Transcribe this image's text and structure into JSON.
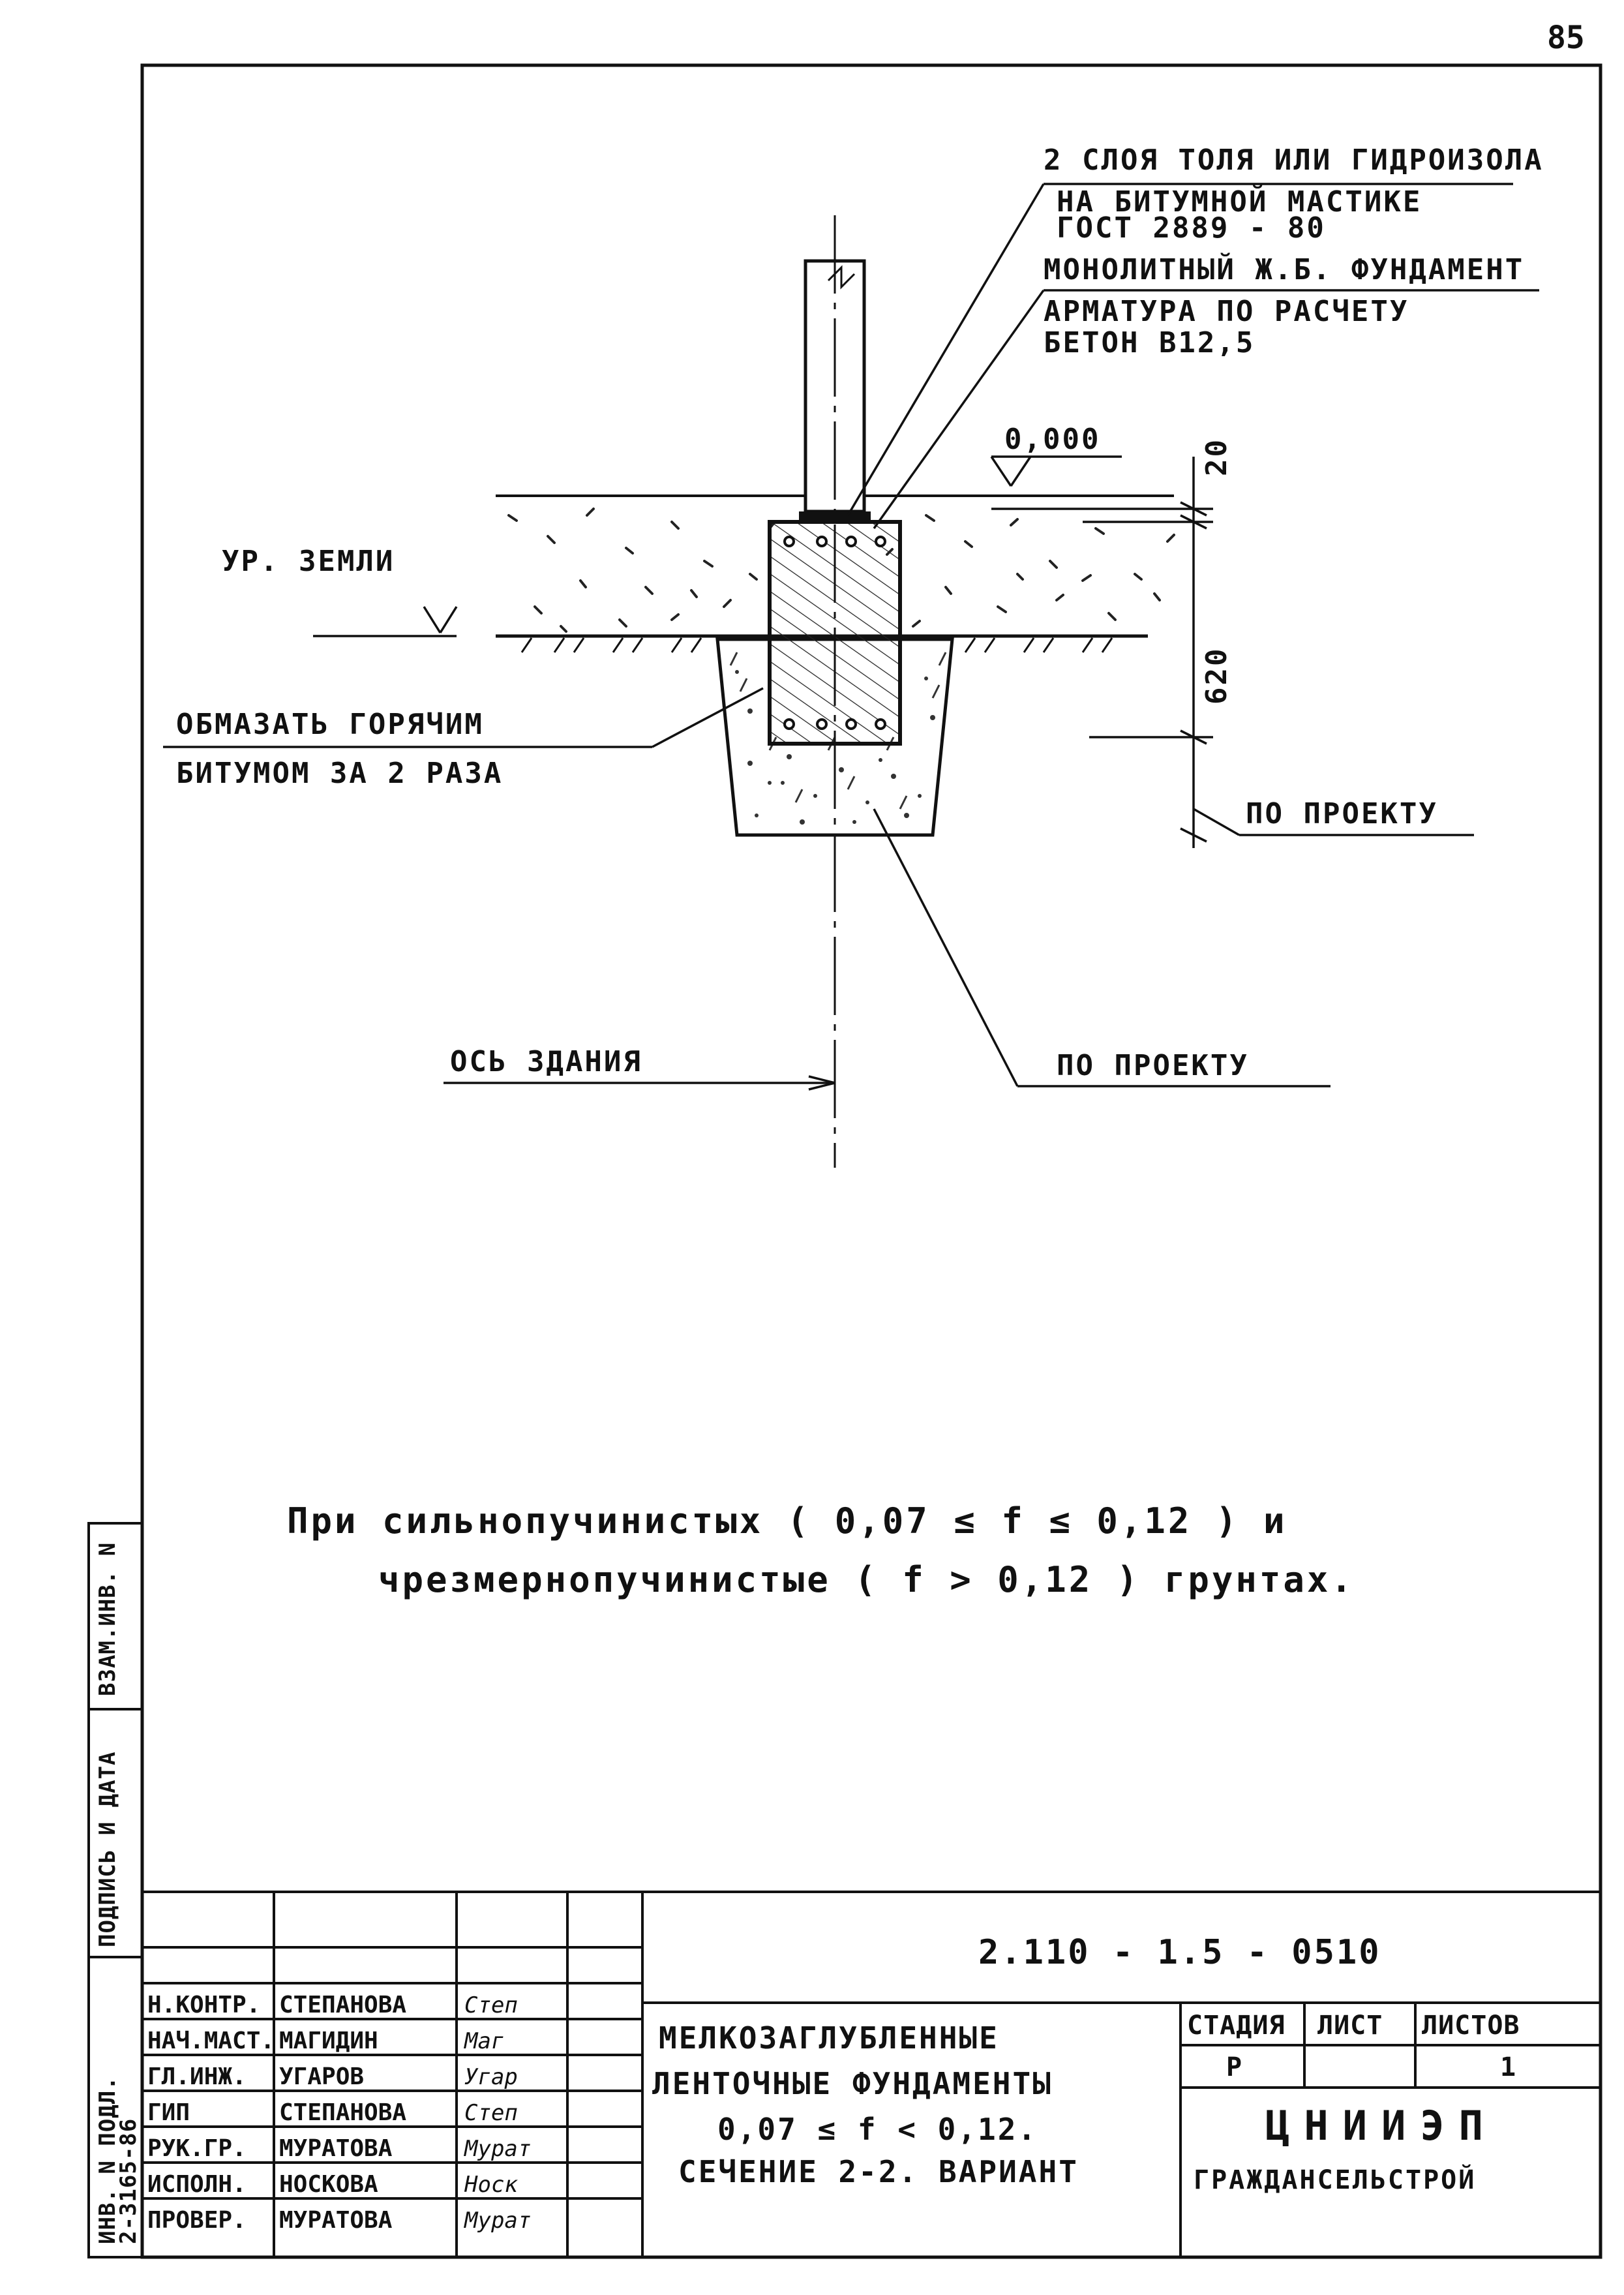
{
  "page_number": "85",
  "labels": {
    "waterproof_1": "2 СЛОЯ ТОЛЯ ИЛИ ГИДРОИЗОЛА",
    "waterproof_2": "НА БИТУМНОЙ МАСТИКЕ",
    "waterproof_3": "ГОСТ 2889 - 80",
    "foundation_1": "МОНОЛИТНЫЙ Ж.Б. ФУНДАМЕНТ",
    "foundation_2": "АРМАТУРА ПО РАСЧЕТУ",
    "foundation_3": "БЕТОН В12,5",
    "level_zero": "0,000",
    "ground_level": "УР. ЗЕМЛИ",
    "coat_1": "ОБМАЗАТЬ ГОРЯЧИМ",
    "coat_2": "БИТУМОМ ЗА 2 РАЗА",
    "by_project_1": "ПО ПРОЕКТУ",
    "by_project_2": "ПО ПРОЕКТУ",
    "building_axis": "ОСЬ ЗДАНИЯ",
    "dim_20": "20",
    "dim_620": "620"
  },
  "note": {
    "line_1": "При сильнопучинистых  ( 0,07 ≤ f ≤ 0,12 )  и",
    "line_2": "чрезмернопучинистые  ( f > 0,12 )  грунтах."
  },
  "stamp": {
    "rows": [
      {
        "role": "Н.КОНТР.",
        "name": "СТЕПАНОВА"
      },
      {
        "role": "НАЧ.МАСТ.",
        "name": "МАГИДИН"
      },
      {
        "role": "ГЛ.ИНЖ.",
        "name": "УГАРОВ"
      },
      {
        "role": "ГИП",
        "name": "СТЕПАНОВА"
      },
      {
        "role": "РУК.ГР.",
        "name": "МУРАТОВА"
      },
      {
        "role": "ИСПОЛН.",
        "name": "НОСКОВА"
      },
      {
        "role": "ПРОВЕР.",
        "name": "МУРАТОВА"
      }
    ],
    "signatures": [
      "Степ",
      "Маг",
      "Угар",
      "Степ",
      "Мурат",
      "Носк",
      "Мурат"
    ],
    "code": "2.110 - 1.5 - 0510",
    "title_1": "МЕЛКОЗАГЛУБЛЕННЫЕ",
    "title_2": "ЛЕНТОЧНЫЕ ФУНДАМЕНТЫ",
    "title_3": "0,07 ≤ f < 0,12.",
    "title_4": "СЕЧЕНИЕ 2-2. ВАРИАНТ",
    "col_stage": "СТАДИЯ",
    "col_sheet": "ЛИСТ",
    "col_sheets": "ЛИСТОВ",
    "val_stage": "Р",
    "val_sheet": "",
    "val_sheets": "1",
    "org_1": "ЦНИИЭП",
    "org_2": "ГРАЖДАНСЕЛЬСТРОЙ"
  },
  "side_strip": {
    "inv_label": "ИНВ. N ПОДЛ.",
    "inv_value": "2-3165-86",
    "sign_label": "ПОДПИСЬ И ДАТА",
    "vzam_label": "ВЗАМ.ИНВ. N"
  }
}
